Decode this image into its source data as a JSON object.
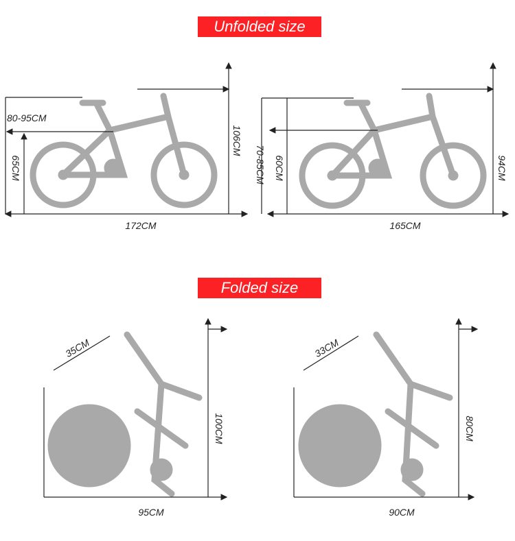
{
  "sections": {
    "unfolded_title": "Unfolded size",
    "folded_title": "Folded size"
  },
  "unfolded": [
    {
      "seat_height": "80-95CM",
      "frame_height": "65CM",
      "total_height": "106CM",
      "length": "172CM"
    },
    {
      "seat_height": "70-85CM",
      "frame_height": "60CM",
      "total_height": "94CM",
      "length": "165CM"
    }
  ],
  "folded": [
    {
      "handle": "35CM",
      "height": "100CM",
      "length": "95CM"
    },
    {
      "handle": "33CM",
      "height": "80CM",
      "length": "90CM"
    }
  ],
  "colors": {
    "banner": "#fb2125",
    "bike": "#a9a9a9"
  }
}
